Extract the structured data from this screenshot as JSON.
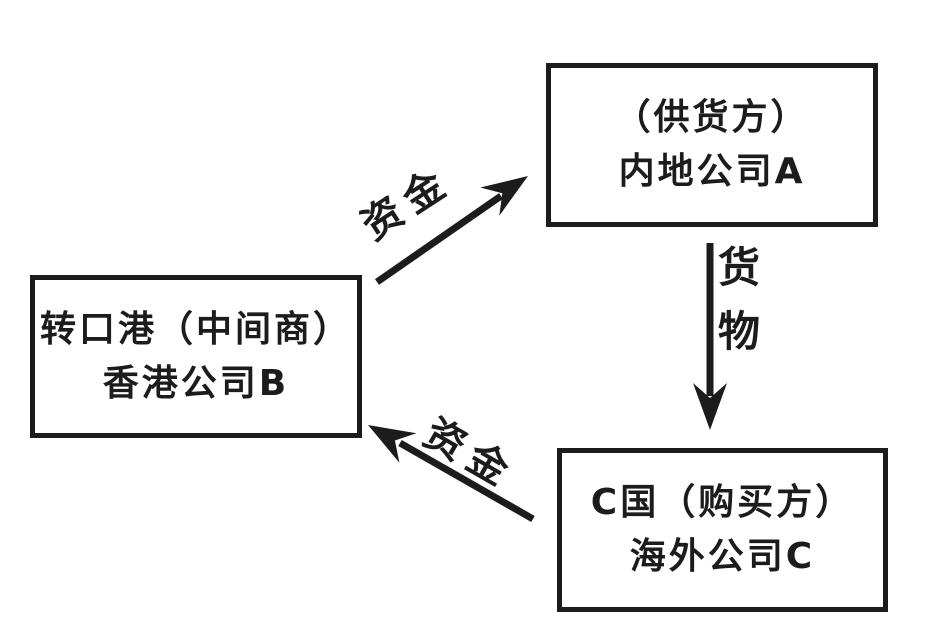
{
  "diagram": {
    "background_color": "#ffffff",
    "ink_color": "#1c1c1c",
    "nodes": {
      "supplier": {
        "line1": "（供货方）",
        "line2": "内地公司A"
      },
      "middleman": {
        "line1": "转口港（中间商）",
        "line2": "香港公司B"
      },
      "buyer": {
        "line1": "C国（购买方）",
        "line2": "海外公司C"
      }
    },
    "edges": {
      "funds_b_to_a": {
        "label": "资金",
        "from": "香港公司B",
        "to": "内地公司A"
      },
      "goods_a_to_c": {
        "label": "货\n物",
        "from": "内地公司A",
        "to": "海外公司C"
      },
      "funds_c_to_b": {
        "label": "资金",
        "from": "海外公司C",
        "to": "香港公司B"
      }
    }
  }
}
